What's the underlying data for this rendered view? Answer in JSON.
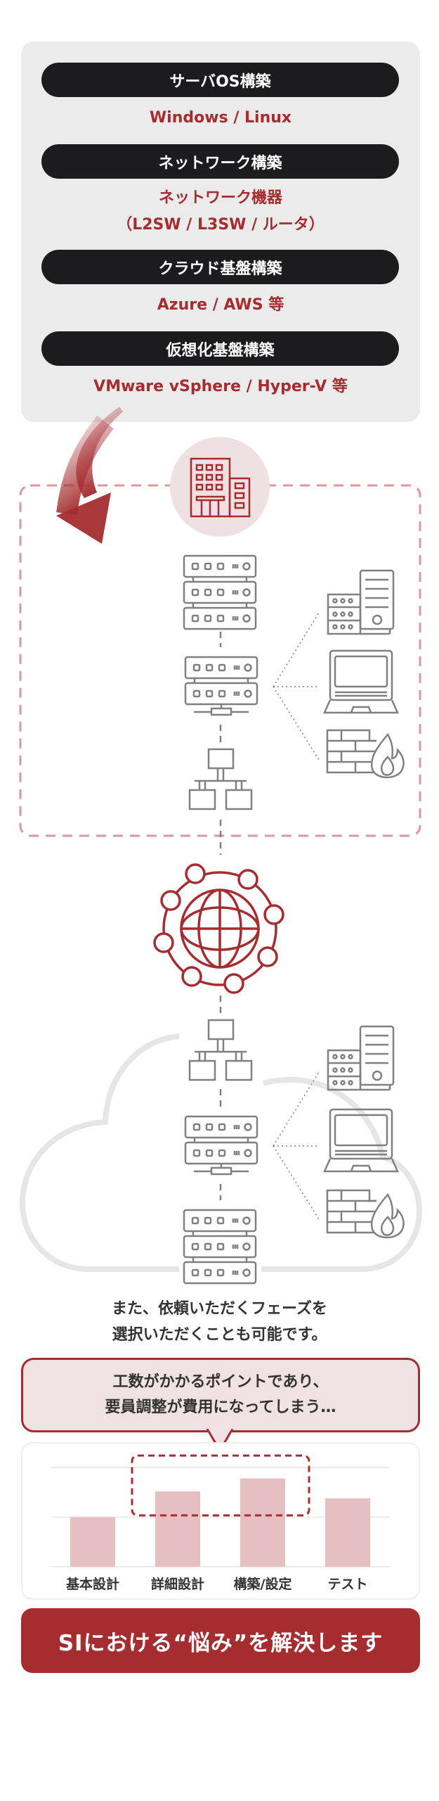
{
  "services": [
    {
      "title": "サーバOS構築",
      "detail": [
        "Windows / Linux"
      ]
    },
    {
      "title": "ネットワーク構築",
      "detail": [
        "ネットワーク機器",
        "（L2SW / L3SW / ルータ）"
      ]
    },
    {
      "title": "クラウド基盤構築",
      "detail": [
        "Azure / AWS 等"
      ]
    },
    {
      "title": "仮想化基盤構築",
      "detail": [
        "VMware vSphere / Hyper-V 等"
      ]
    }
  ],
  "diagram": {
    "icons": [
      "building-icon",
      "server-rack-icon",
      "server-icon",
      "network-switch-icon",
      "tower-server-icon",
      "laptop-icon",
      "firewall-icon",
      "globe-network-icon",
      "cloud-icon"
    ]
  },
  "note": [
    "また、依頼いただくフェーズを",
    "選択いただくことも可能です。"
  ],
  "callout": [
    "工数がかかるポイントであり、",
    "要員調整が費用になってしまう…"
  ],
  "chart_data": {
    "type": "bar",
    "categories": [
      "基本設計",
      "詳細設計",
      "構築/設定",
      "テスト"
    ],
    "values": [
      50,
      76,
      89,
      69
    ],
    "ylim": [
      0,
      100
    ],
    "grid": true,
    "highlight": [
      "詳細設計",
      "構築/設定"
    ],
    "title": "",
    "xlabel": "",
    "ylabel": ""
  },
  "cta": {
    "label": "SIにおける“悩み”を解決します"
  },
  "colors": {
    "accent": "#a52c2f",
    "pill": "#1c1c1e",
    "panel": "#ebebeb",
    "bar": "#e6bfc0",
    "callout_bg": "#f0e1e2",
    "icon": "#808080"
  }
}
